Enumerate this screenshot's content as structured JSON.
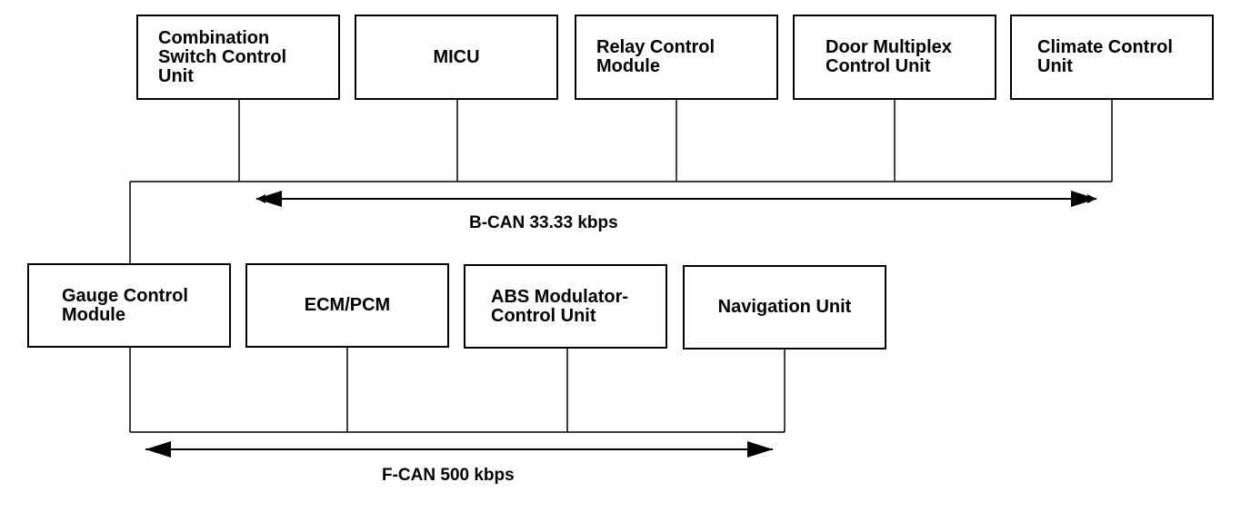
{
  "colors": {
    "line": "#000000",
    "background": "#ffffff"
  },
  "b_can": {
    "label": "B-CAN 33.33 kbps",
    "modules": [
      {
        "lines": [
          "Combination",
          "Switch Control",
          "Unit"
        ]
      },
      {
        "lines": [
          "MICU"
        ]
      },
      {
        "lines": [
          "Relay Control",
          "Module"
        ]
      },
      {
        "lines": [
          "Door Multiplex",
          "Control Unit"
        ]
      },
      {
        "lines": [
          "Climate Control",
          "Unit"
        ]
      }
    ]
  },
  "f_can": {
    "label": "F-CAN 500 kbps",
    "modules": [
      {
        "lines": [
          "Gauge Control",
          "Module"
        ]
      },
      {
        "lines": [
          "ECM/PCM"
        ]
      },
      {
        "lines": [
          "ABS Modulator-",
          "Control Unit"
        ]
      },
      {
        "lines": [
          "Navigation Unit"
        ]
      }
    ]
  }
}
